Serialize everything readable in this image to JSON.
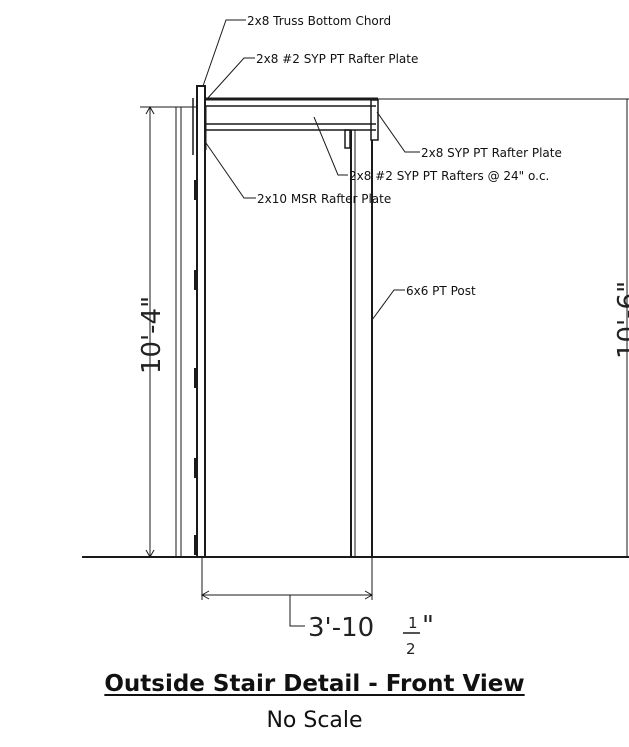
{
  "labels": {
    "truss_chord": "2x8 Truss Bottom Chord",
    "rafter_plate_top": "2x8 #2 SYP PT Rafter Plate",
    "rafter_plate_right": "2x8 SYP PT Rafter Plate",
    "rafters": "2x8 #2 SYP PT Rafters @ 24\" o.c.",
    "msr_plate": "2x10 MSR Rafter Plate",
    "post": "6x6 PT Post"
  },
  "dimensions": {
    "left_height": "10'-4\"",
    "right_height": "10'-6\"",
    "width_whole": "3'-10",
    "width_num": "1",
    "width_den": "2",
    "width_quote": "\""
  },
  "title": "Outside Stair Detail - Front View",
  "subtitle": "No Scale"
}
